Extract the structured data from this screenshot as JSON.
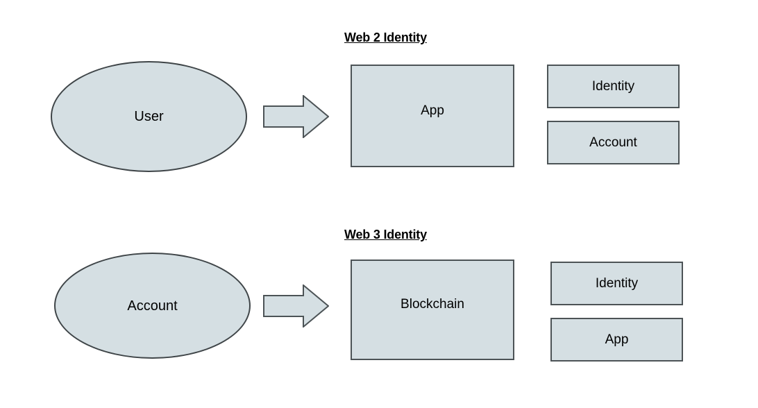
{
  "diagram": {
    "title_top": "Web 2 Identity",
    "title_bottom": "Web 3 Identity",
    "colors": {
      "shape_fill": "#d5dfe3",
      "shape_stroke": "#4c5356",
      "ellipse_stroke": "#3f4548",
      "text": "#000000",
      "background": "#ffffff"
    },
    "rows": {
      "web2": {
        "heading": "Web 2 Identity",
        "source_label": "User",
        "arrow_label": "arrow-right",
        "main_label": "App",
        "attributes": [
          {
            "label": "Identity"
          },
          {
            "label": "Account"
          }
        ]
      },
      "web3": {
        "heading": "Web 3 Identity",
        "source_label": "Account",
        "arrow_label": "arrow-right",
        "main_label": "Blockchain",
        "attributes": [
          {
            "label": "Identity"
          },
          {
            "label": "App"
          }
        ]
      }
    }
  }
}
